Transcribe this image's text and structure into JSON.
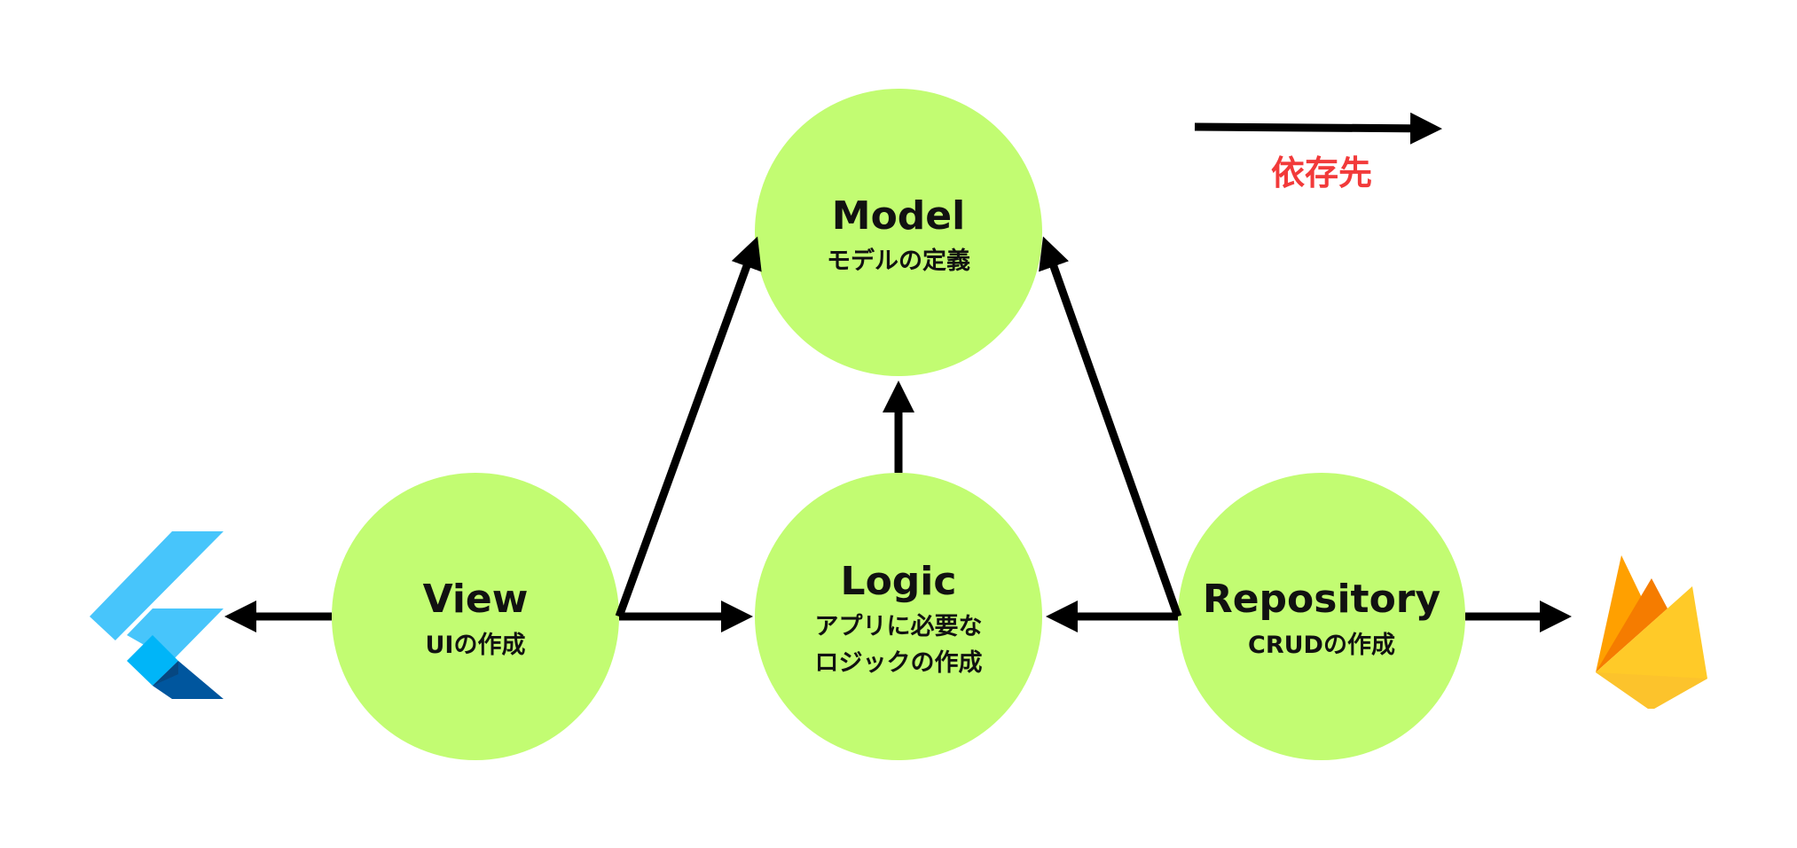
{
  "nodes": {
    "model": {
      "title": "Model",
      "subtitle": "モデルの定義"
    },
    "view": {
      "title": "View",
      "subtitle": "UIの作成"
    },
    "logic": {
      "title": "Logic",
      "subtitle_line1": "アプリに必要な",
      "subtitle_line2": "ロジックの作成"
    },
    "repository": {
      "title": "Repository",
      "subtitle": "CRUDの作成"
    }
  },
  "legend": {
    "label": "依存先"
  },
  "icons": {
    "left": "flutter-logo-icon",
    "right": "firebase-logo-icon"
  },
  "colors": {
    "node_fill": "#c2fc72",
    "arrow": "#000000",
    "legend_text": "#f23a3a",
    "text": "#111111"
  }
}
